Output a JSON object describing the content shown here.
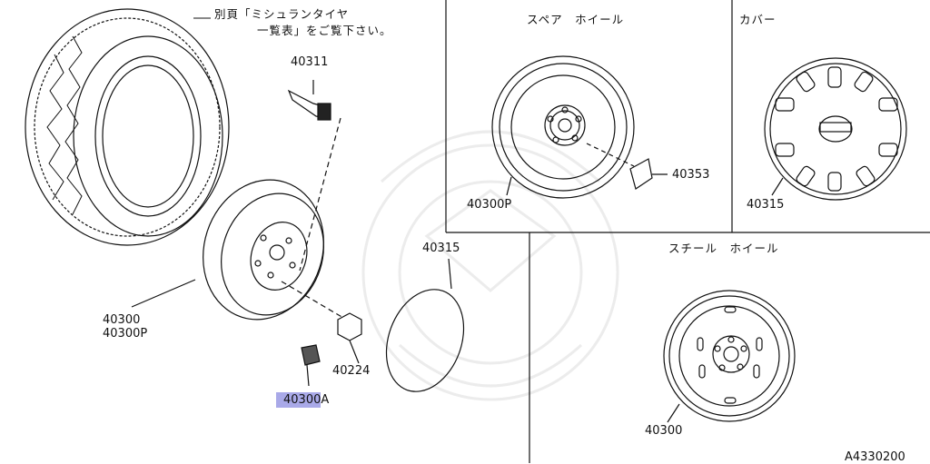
{
  "note_line1": "別頁「ミシュランタイヤ",
  "note_line2": "一覧表」をご覧下さい。",
  "parts": {
    "valve": "40311",
    "wheel_main": "40300",
    "wheel_main_alt": "40300P",
    "weight_num": "40300",
    "weight_suffix": "A",
    "nut": "40224",
    "cap": "40315"
  },
  "spare_panel": {
    "title": "スペア　ホイール",
    "wheel": "40300P",
    "part": "40353"
  },
  "cover_panel": {
    "title": "カバー",
    "part": "40315"
  },
  "steel_panel": {
    "title": "スチール　ホイール",
    "part": "40300"
  },
  "diagram_code": "A4330200",
  "colors": {
    "highlight": "#a9a9e8",
    "line": "#111111"
  }
}
